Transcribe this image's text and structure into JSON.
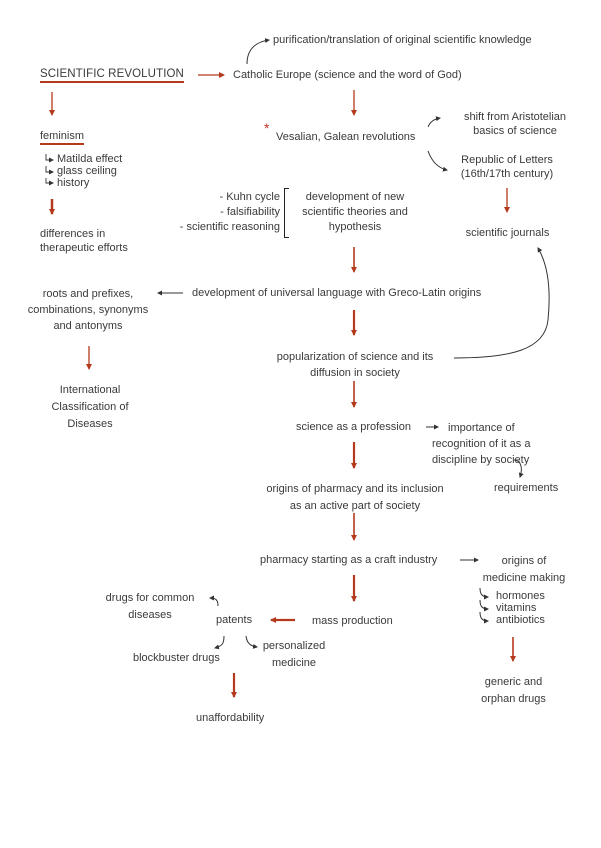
{
  "accent_color": "#b5391c",
  "connector_color": "#333333",
  "nodes": {
    "scientific_revolution": "SCIENTIFIC REVOLUTION",
    "purification": "purification/translation of original scientific knowledge",
    "catholic_europe": "Catholic Europe (science and the word of God)",
    "feminism": "feminism",
    "feminism_items": [
      "Matilda effect",
      "glass ceiling",
      "history"
    ],
    "differences": [
      "differences in",
      "therapeutic efforts"
    ],
    "vesalian": "Vesalian, Galean revolutions",
    "vesalian_marker": "*",
    "shift": [
      "shift from Aristotelian",
      "basics of science"
    ],
    "republic": [
      "Republic of Letters",
      "(16th/17th century)"
    ],
    "scientific_journals": "scientific journals",
    "method_items": [
      "- Kuhn cycle",
      "- falsifiability",
      "- scientific reasoning"
    ],
    "development_theories": [
      "development of new",
      "scientific theories and",
      "hypothesis"
    ],
    "roots": [
      "roots and prefixes,",
      "combinations, synonyms",
      "and antonyms"
    ],
    "universal_language": "development of universal language with Greco-Latin origins",
    "icd": [
      "International",
      "Classification of",
      "Diseases"
    ],
    "popularization": [
      "popularization of science and its",
      "diffusion in society"
    ],
    "profession": "science as a profession",
    "recognition": [
      "importance of",
      "recognition of it as a",
      "discipline by society"
    ],
    "requirements": "requirements",
    "pharmacy_origins": [
      "origins of pharmacy and its inclusion",
      "as an active part of society"
    ],
    "craft_industry": "pharmacy starting as a craft industry",
    "medicine_making": [
      "origins of",
      "medicine making"
    ],
    "medicine_items": [
      "hormones",
      "vitamins",
      "antibiotics"
    ],
    "generic": [
      "generic and",
      "orphan drugs"
    ],
    "mass_production": "mass production",
    "patents": "patents",
    "common_diseases": [
      "drugs for common",
      "diseases"
    ],
    "personalized": [
      "personalized",
      "medicine"
    ],
    "blockbuster": "blockbuster drugs",
    "unaffordability": "unaffordability"
  }
}
